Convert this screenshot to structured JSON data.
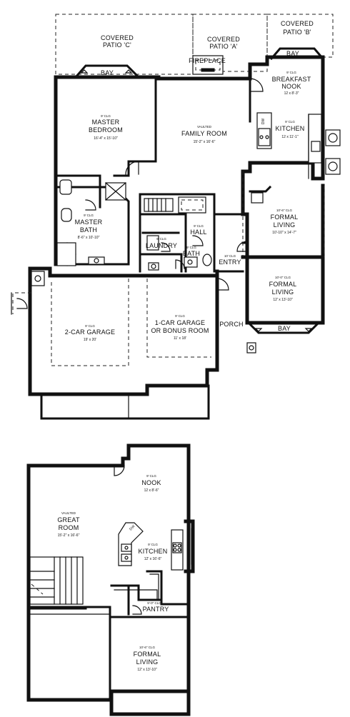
{
  "plan_a": {
    "patio_c": {
      "line1": "COVERED",
      "line2": "PATIO 'C'"
    },
    "patio_a": {
      "line1": "COVERED",
      "line2": "PATIO 'A'"
    },
    "patio_b": {
      "line1": "COVERED",
      "line2": "PATIO 'B'"
    },
    "bay_left": "BAY",
    "bay_right": "BAY",
    "bay_front": "BAY",
    "fireplace": "FIREPLACE",
    "breakfast_nook": {
      "ceiling": "9' CLG",
      "line1": "BREAKFAST",
      "line2": "NOOK",
      "dims": "12 x 8'-3\""
    },
    "master_bedroom": {
      "ceiling": "9' CLG",
      "line1": "MASTER",
      "line2": "BEDROOM",
      "dims": "16'-4\" x 15'-10\""
    },
    "family_room": {
      "ceiling": "VAULTED",
      "line1": "FAMILY ROOM",
      "dims": "15'-2\" x 16'-6\""
    },
    "kitchen": {
      "ceiling": "9' CLG",
      "line1": "KITCHEN",
      "dims": "12 x 11'-1\""
    },
    "dw": "DW",
    "master_bath": {
      "ceiling": "9' CLG",
      "line1": "MASTER",
      "line2": "BATH",
      "dims": "8'-6\" x 10'-10\""
    },
    "hall": {
      "ceiling": "9' CLG",
      "line1": "HALL"
    },
    "laundry": {
      "ceiling": "9' CLG",
      "line1": "LAUNDRY"
    },
    "bath": {
      "ceiling": "9' CLG",
      "line1": "BATH"
    },
    "entry": {
      "ceiling": "10' CLG",
      "line1": "ENTRY"
    },
    "formal_living_1": {
      "ceiling": "10'-6\" CLG",
      "line1": "FORMAL",
      "line2": "LIVING",
      "dims": "10'-10\" x 14'-7\""
    },
    "formal_living_2": {
      "ceiling": "10'-0\" CLG",
      "line1": "FORMAL",
      "line2": "LIVING",
      "dims": "12' x 13'-10\""
    },
    "garage_2": {
      "ceiling": "9' CLG",
      "line1": "2-CAR GARAGE",
      "dims": "19' x 20'"
    },
    "garage_1": {
      "ceiling": "9' CLG",
      "line1": "1-CAR GARAGE",
      "line2": "OR BONUS ROOM",
      "dims": "11' x 18'"
    },
    "porch": "PORCH"
  },
  "plan_b": {
    "nook": {
      "ceiling": "9' CLG",
      "line1": "NOOK",
      "dims": "12 x 8'-6\""
    },
    "great_room": {
      "ceiling": "VAULTED",
      "line1": "GREAT",
      "line2": "ROOM",
      "dims": "15'-2\" x 16'-6\""
    },
    "dw": "DW",
    "kitchen": {
      "ceiling": "9' CLG",
      "line1": "KITCHEN",
      "dims": "12' x 16'-6\""
    },
    "pantry": {
      "ceiling": "9'-0\" CLG",
      "line1": "PANTRY"
    },
    "formal_living": {
      "ceiling": "10'-6\" CLG",
      "line1": "FORMAL",
      "line2": "LIVING",
      "dims": "12' x 13'-10\""
    }
  }
}
